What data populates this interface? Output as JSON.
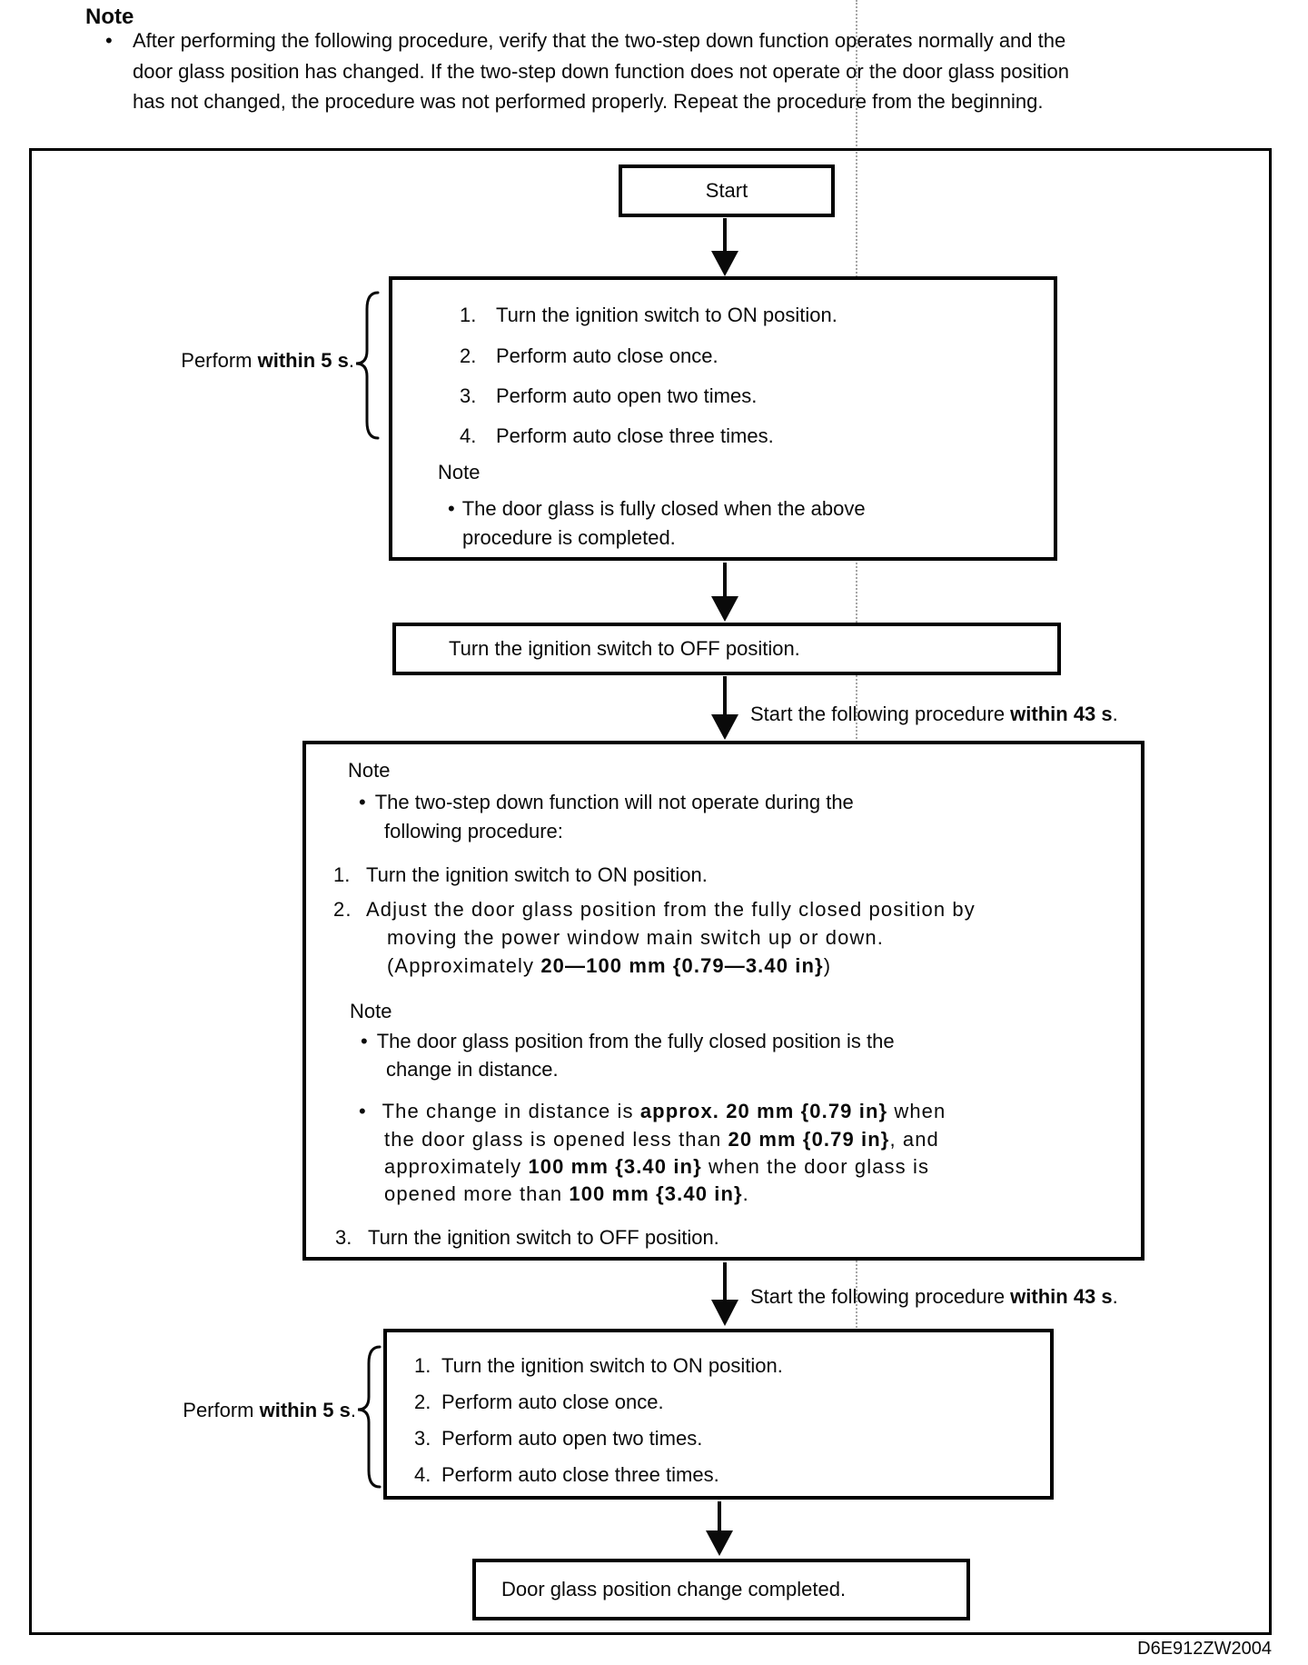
{
  "page": {
    "note_heading": "Note",
    "bullet": "•",
    "note_lines": [
      "After performing the following procedure, verify that the two-step down function operates normally and the",
      "door glass position has changed. If the two-step down function does not operate or the door glass position",
      "has not changed, the procedure was not performed properly. Repeat the procedure from the beginning."
    ],
    "footer_code": "D6E912ZW2004"
  },
  "labels": {
    "perform": {
      "pre": "Perform ",
      "bold": "within 5 s",
      "suf": "."
    },
    "timing": {
      "pre": "Start the following procedure ",
      "bold": "within 43 s",
      "suf": "."
    }
  },
  "flow": {
    "start_label": "Start",
    "box_a": {
      "items": [
        {
          "n": "1.",
          "t": "Turn the ignition switch to ON position."
        },
        {
          "n": "2.",
          "t": "Perform auto close once."
        },
        {
          "n": "3.",
          "t": "Perform auto open two times."
        },
        {
          "n": "4.",
          "t": "Perform auto close three times."
        }
      ],
      "note_heading": "Note",
      "bullet": "•",
      "note_line1": "The door glass is fully closed when the above",
      "note_line2": "procedure is completed."
    },
    "box_b_label": "Turn the ignition switch to OFF position.",
    "box_c": {
      "note1": "Note",
      "bullet": "•",
      "n1_line1": "The two-step down function will not operate during the",
      "n1_line2": "following procedure:",
      "item1_n": "1.",
      "item1": "Turn the ignition switch to ON position.",
      "item2_n": "2.",
      "item2_line1": "Adjust the door glass position from the fully closed position by",
      "item2_line2": "moving the power window main switch up or down.",
      "item2_line3_pre": "(Approximately ",
      "item2_line3_bold": "20—100 mm {0.79—3.40 in}",
      "item2_line3_suf": ")",
      "note2": "Note",
      "n2_line1": "The door glass position from the fully closed position is the",
      "n2_line2": "change in distance.",
      "n3_line1_pre": "The change in distance is ",
      "n3_line1_bold": "approx. 20 mm {0.79 in}",
      "n3_line1_suf": " when",
      "n3_line2_pre": "the door glass is opened less than ",
      "n3_line2_bold": "20 mm {0.79 in}",
      "n3_line2_suf": ", and",
      "n3_line3_pre": "approximately ",
      "n3_line3_bold": "100 mm {3.40 in}",
      "n3_line3_suf": " when the door glass is",
      "n3_line4_pre": "opened more than ",
      "n3_line4_bold": "100 mm {3.40 in}",
      "n3_line4_suf": ".",
      "item3_n": "3.",
      "item3": "Turn the ignition switch to OFF position."
    },
    "box_d": {
      "items": [
        {
          "n": "1.",
          "t": "Turn the ignition switch to ON position."
        },
        {
          "n": "2.",
          "t": "Perform auto close once."
        },
        {
          "n": "3.",
          "t": "Perform auto open two times."
        },
        {
          "n": "4.",
          "t": "Perform auto close three times."
        }
      ]
    },
    "box_final_label": "Door glass position change completed."
  }
}
